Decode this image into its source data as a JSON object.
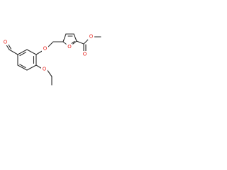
{
  "molecule": {
    "atom_colors": {
      "O": "#e8251f",
      "C": "#2b2b2b"
    },
    "labels": {
      "aldehyde_oxygen": "O",
      "ether_oxygen_ring": "O",
      "ethoxy_oxygen": "O",
      "furan_oxygen": "O",
      "carbonyl_oxygen": "O",
      "ester_oxygen": "O"
    }
  }
}
